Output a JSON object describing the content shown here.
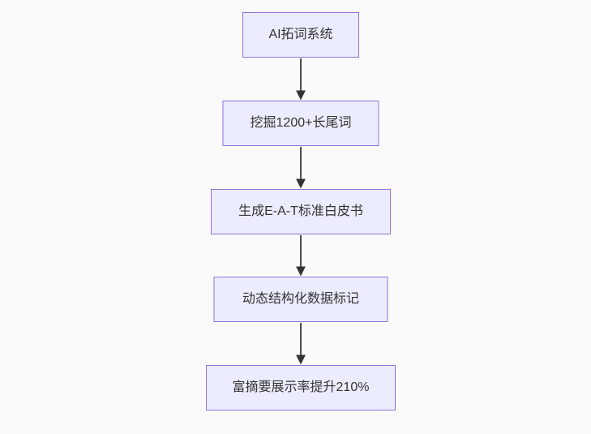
{
  "flowchart": {
    "type": "flowchart",
    "direction": "top-down",
    "nodes": [
      {
        "id": "n1",
        "label": "AI拓词系统"
      },
      {
        "id": "n2",
        "label": "挖掘1200+长尾词"
      },
      {
        "id": "n3",
        "label": "生成E-A-T标准白皮书"
      },
      {
        "id": "n4",
        "label": "动态结构化数据标记"
      },
      {
        "id": "n5",
        "label": "富摘要展示率提升210%"
      }
    ],
    "edges": [
      {
        "from": "n1",
        "to": "n2",
        "style": "arrow"
      },
      {
        "from": "n2",
        "to": "n3",
        "style": "arrow"
      },
      {
        "from": "n3",
        "to": "n4",
        "style": "arrow"
      },
      {
        "from": "n4",
        "to": "n5",
        "style": "arrow"
      }
    ]
  },
  "colors": {
    "canvas_bg": "#fafafa",
    "node_fill": "#ececff",
    "node_border": "#9370db",
    "node_text": "#333333",
    "arrow_line": "#4d4d4d",
    "arrow_head": "#333333"
  }
}
